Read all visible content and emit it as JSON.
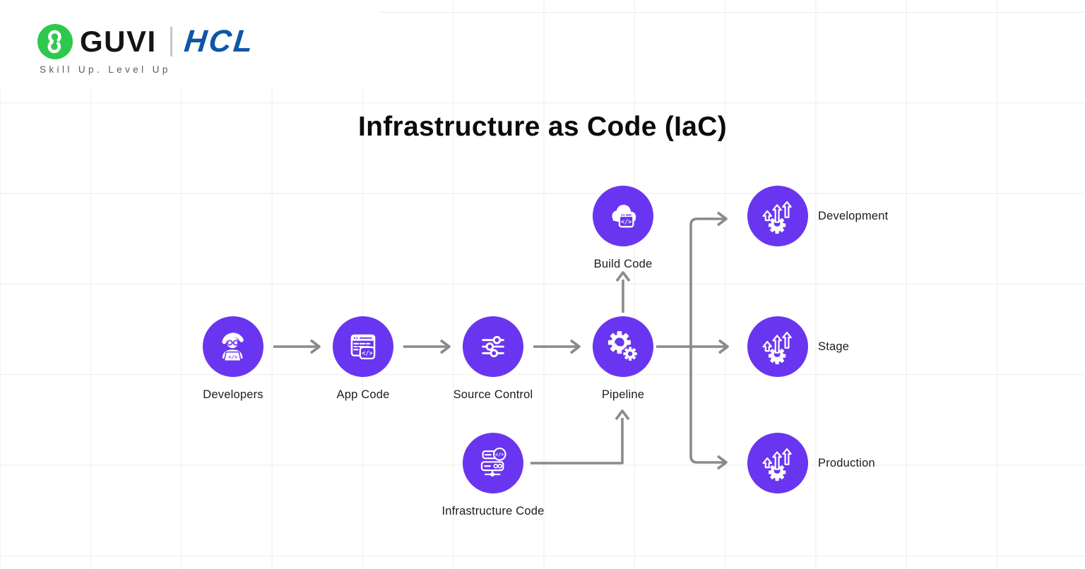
{
  "brand": {
    "guvi": "GUVI",
    "hcl": "HCL",
    "tagline": "Skill Up. Level Up",
    "colors": {
      "guvi_green": "#2DC84D",
      "hcl_blue": "#0D57A5"
    }
  },
  "title": "Infrastructure as Code (IaC)",
  "icons": {
    "code_glyph": "</>"
  },
  "diagram": {
    "colors": {
      "node_purple": "#6935F0",
      "arrow_gray": "#8A8A8A",
      "grid_line": "#ECECEC"
    },
    "nodes": [
      {
        "id": "developers",
        "label": "Developers",
        "icon": "developer-at-laptop-icon"
      },
      {
        "id": "app-code",
        "label": "App Code",
        "icon": "browser-code-icon"
      },
      {
        "id": "source-control",
        "label": "Source Control",
        "icon": "sliders-icon"
      },
      {
        "id": "pipeline",
        "label": "Pipeline",
        "icon": "gears-icon"
      },
      {
        "id": "build-code",
        "label": "Build Code",
        "icon": "cloud-code-icon"
      },
      {
        "id": "infrastructure-code",
        "label": "Infrastructure Code",
        "icon": "server-code-icon"
      },
      {
        "id": "development",
        "label": "Development",
        "icon": "deploy-gear-arrows-icon"
      },
      {
        "id": "stage",
        "label": "Stage",
        "icon": "deploy-gear-arrows-icon"
      },
      {
        "id": "production",
        "label": "Production",
        "icon": "deploy-gear-arrows-icon"
      }
    ],
    "edges": [
      {
        "from": "developers",
        "to": "app-code"
      },
      {
        "from": "app-code",
        "to": "source-control"
      },
      {
        "from": "source-control",
        "to": "pipeline"
      },
      {
        "from": "pipeline",
        "to": "build-code"
      },
      {
        "from": "infrastructure-code",
        "to": "pipeline"
      },
      {
        "from": "pipeline",
        "to": "development"
      },
      {
        "from": "pipeline",
        "to": "stage"
      },
      {
        "from": "pipeline",
        "to": "production"
      }
    ]
  }
}
